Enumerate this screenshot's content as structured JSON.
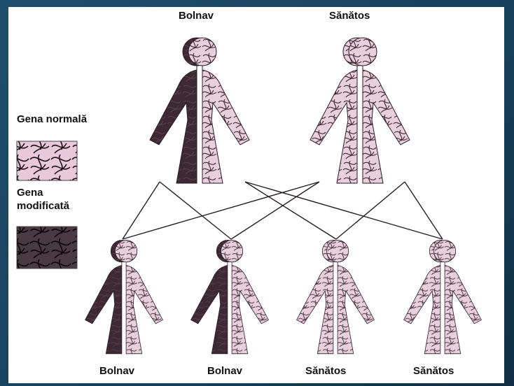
{
  "labels": {
    "top_left": "Bolnav",
    "top_right": "Sănătos",
    "legend_normal": "Gena normală",
    "legend_modified_line1": "Gena",
    "legend_modified_line2": "modificată",
    "child_1": "Bolnav",
    "child_2": "Bolnav",
    "child_3": "Sănătos",
    "child_4": "Sănătos"
  },
  "colors": {
    "frame_background": "#17405a",
    "normal_gene": "#e6c9d8",
    "modified_gene": "#3b2631",
    "outline": "#2a1a24"
  }
}
